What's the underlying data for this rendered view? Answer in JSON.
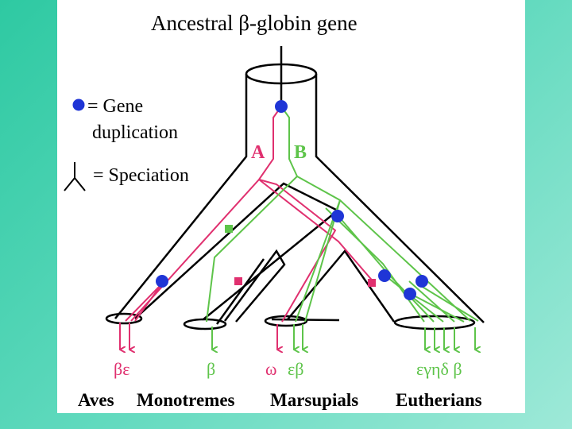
{
  "title": "Ancestral β-globin gene",
  "legend": {
    "gene_duplication": [
      "= Gene",
      "duplication"
    ],
    "speciation": "= Speciation"
  },
  "lineages": {
    "a": "A",
    "b": "B"
  },
  "colors": {
    "lineage_a": "#e0306f",
    "lineage_b": "#5ec44a",
    "duplication_dot": "#1f35d6",
    "outline": "#000000",
    "background": "#3ecfa8"
  },
  "genes": {
    "aves": "βε",
    "monotremes": "β",
    "marsupials_a": "ω",
    "marsupials_b": "εβ",
    "eutherians": "εγηδ β"
  },
  "taxa": {
    "aves": "Aves",
    "monotremes": "Monotremes",
    "marsupials": "Marsupials",
    "eutherians": "Eutherians"
  }
}
